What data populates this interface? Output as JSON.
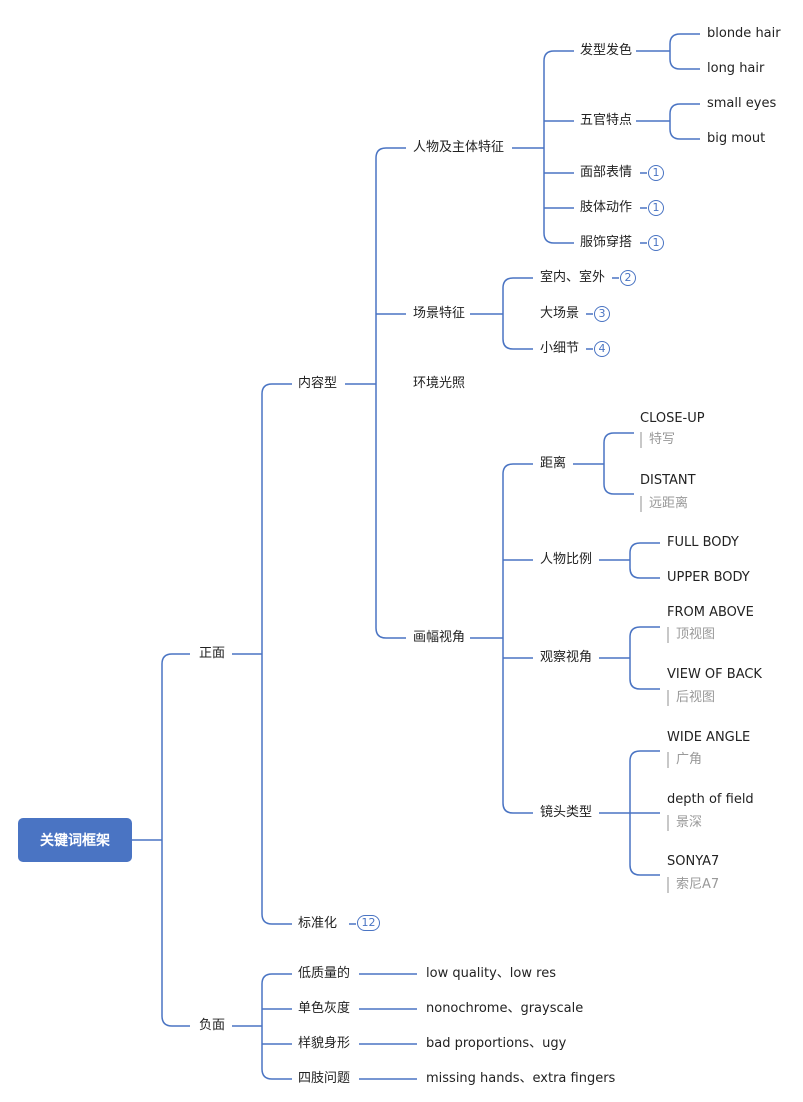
{
  "root": "关键词框架",
  "l1": {
    "positive": "正面",
    "negative": "负面"
  },
  "content": {
    "label": "内容型",
    "character": {
      "label": "人物及主体特征",
      "hair": {
        "label": "发型发色",
        "items": [
          "blonde hair",
          "long hair"
        ]
      },
      "face": {
        "label": "五官特点",
        "items": [
          "small eyes",
          "big mout"
        ]
      },
      "expression": {
        "label": "面部表情",
        "count": "1"
      },
      "pose": {
        "label": "肢体动作",
        "count": "1"
      },
      "outfit": {
        "label": "服饰穿搭",
        "count": "1"
      }
    },
    "scene": {
      "label": "场景特征",
      "indoor": {
        "label": "室内、室外",
        "count": "2"
      },
      "big": {
        "label": "大场景",
        "count": "3"
      },
      "detail": {
        "label": "小细节",
        "count": "4"
      }
    },
    "lighting": {
      "label": "环境光照"
    },
    "view": {
      "label": "画幅视角",
      "distance": {
        "label": "距离",
        "items": [
          {
            "label": "CLOSE-UP",
            "note": "特写"
          },
          {
            "label": "DISTANT",
            "note": "远距离"
          }
        ]
      },
      "proportion": {
        "label": "人物比例",
        "items": [
          "FULL BODY",
          "UPPER BODY"
        ]
      },
      "angle": {
        "label": "观察视角",
        "items": [
          {
            "label": "FROM ABOVE",
            "note": "顶视图"
          },
          {
            "label": "VIEW OF BACK",
            "note": "后视图"
          }
        ]
      },
      "lens": {
        "label": "镜头类型",
        "items": [
          {
            "label": "WIDE ANGLE",
            "note": "广角"
          },
          {
            "label": "depth of field",
            "note": "景深"
          },
          {
            "label": "SONYA7",
            "note": "索尼A7"
          }
        ]
      }
    }
  },
  "standard": {
    "label": "标准化",
    "count": "12"
  },
  "negative_items": [
    {
      "label": "低质量的",
      "value": "low quality、low res"
    },
    {
      "label": "单色灰度",
      "value": "nonochrome、grayscale"
    },
    {
      "label": "样貌身形",
      "value": "bad proportions、ugy"
    },
    {
      "label": "四肢问题",
      "value": "missing hands、extra fingers"
    }
  ],
  "colors": {
    "line": "#4a74c3",
    "root_fill": "#4a74c3",
    "note_text": "#999999"
  }
}
